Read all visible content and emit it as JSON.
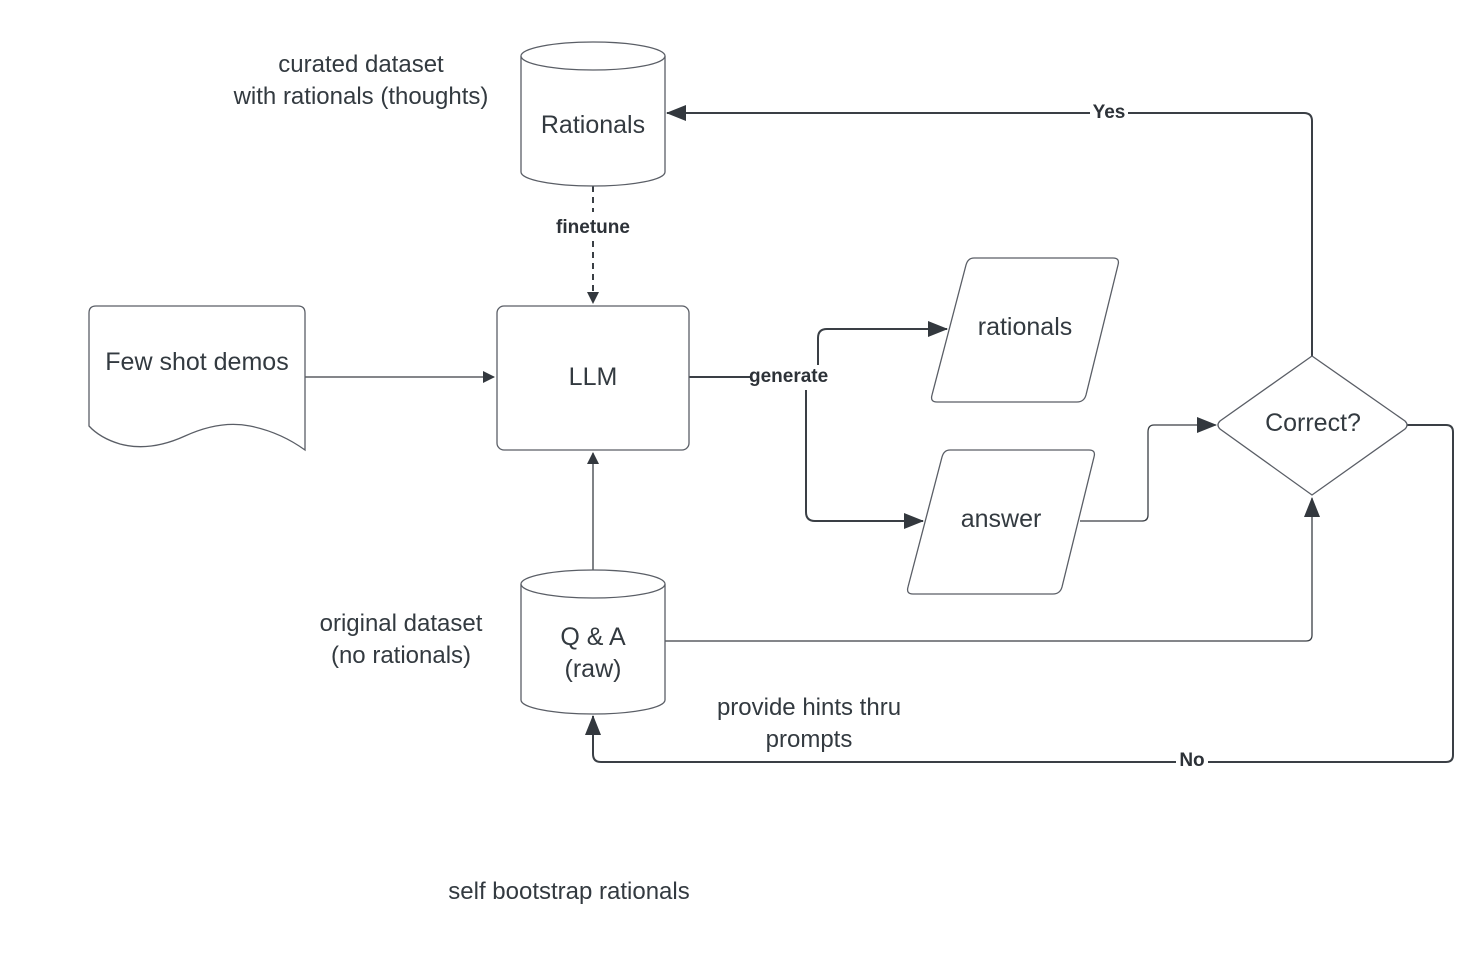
{
  "diagram": {
    "title": "self bootstrap rationals",
    "nodes": {
      "rationals_db": {
        "label": "Rationals",
        "shape": "cylinder"
      },
      "few_shot": {
        "label": "Few shot demos",
        "shape": "document"
      },
      "llm": {
        "label": "LLM",
        "shape": "rounded-rectangle"
      },
      "rationals_out": {
        "label": "rationals",
        "shape": "parallelogram"
      },
      "answer_out": {
        "label": "answer",
        "shape": "parallelogram"
      },
      "correct": {
        "label": "Correct?",
        "shape": "diamond"
      },
      "qa_db": {
        "line1": "Q & A",
        "line2": "(raw)",
        "shape": "cylinder"
      }
    },
    "annotations": {
      "curated_line1": "curated dataset",
      "curated_line2": "with rationals (thoughts)",
      "original_line1": "original dataset",
      "original_line2": "(no rationals)",
      "hints_line1": "provide hints thru",
      "hints_line2": "prompts"
    },
    "edges": {
      "finetune": "finetune",
      "generate": "generate",
      "yes": "Yes",
      "no": "No"
    },
    "colors": {
      "stroke": "#5a5e66",
      "edge": "#3a3f45",
      "text": "#333a40",
      "background": "#ffffff"
    }
  }
}
